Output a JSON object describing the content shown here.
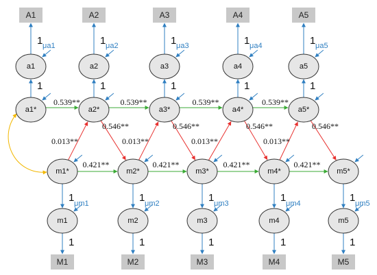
{
  "colors": {
    "blue": "#2f7fc1",
    "green": "#3aaa35",
    "red": "#e8312f",
    "yellow": "#f2b700",
    "box_fill": "#c8c8c8",
    "node_fill": "#e6e6e6"
  },
  "columns": [
    {
      "a_box": "A1",
      "a_latent": "a1",
      "a_star": "a1*",
      "mu_a": "μa1",
      "m_box": "M1",
      "m_latent": "m1",
      "m_star": "m1*",
      "mu_m": "μm1",
      "a_loading_top": "1",
      "a_loading": "1",
      "m_loading": "1",
      "m_loading_bottom": "1"
    },
    {
      "a_box": "A2",
      "a_latent": "a2",
      "a_star": "a2*",
      "mu_a": "μa2",
      "m_box": "M2",
      "m_latent": "m2",
      "m_star": "m2*",
      "mu_m": "μm2",
      "a_loading_top": "1",
      "a_loading": "1",
      "m_loading": "1",
      "m_loading_bottom": "1"
    },
    {
      "a_box": "A3",
      "a_latent": "a3",
      "a_star": "a3*",
      "mu_a": "μa3",
      "m_box": "M3",
      "m_latent": "m3",
      "m_star": "m3*",
      "mu_m": "μm3",
      "a_loading_top": "1",
      "a_loading": "1",
      "m_loading": "1",
      "m_loading_bottom": "1"
    },
    {
      "a_box": "A4",
      "a_latent": "a4",
      "a_star": "a4*",
      "mu_a": "μa4",
      "m_box": "M4",
      "m_latent": "m4",
      "m_star": "m4*",
      "mu_m": "μm4",
      "a_loading_top": "1",
      "a_loading": "1",
      "m_loading": "1",
      "m_loading_bottom": "1"
    },
    {
      "a_box": "A5",
      "a_latent": "a5",
      "a_star": "a5*",
      "mu_a": "μa5",
      "m_box": "M5",
      "m_latent": "m5",
      "m_star": "m5*",
      "mu_m": "μm5",
      "a_loading_top": "1",
      "a_loading": "1",
      "m_loading": "1",
      "m_loading_bottom": "1"
    }
  ],
  "paths": {
    "a_autoregressive": [
      "0.539**",
      "0.539**",
      "0.539**",
      "0.539**"
    ],
    "m_autoregressive": [
      "0.421**",
      "0.421**",
      "0.421**",
      "0.421**"
    ],
    "a_to_m": [
      "0.546**",
      "0.546**",
      "0.546**",
      "0.546**"
    ],
    "m_to_a": [
      "0.013**",
      "0.013**",
      "0.013**",
      "0.013**"
    ]
  }
}
